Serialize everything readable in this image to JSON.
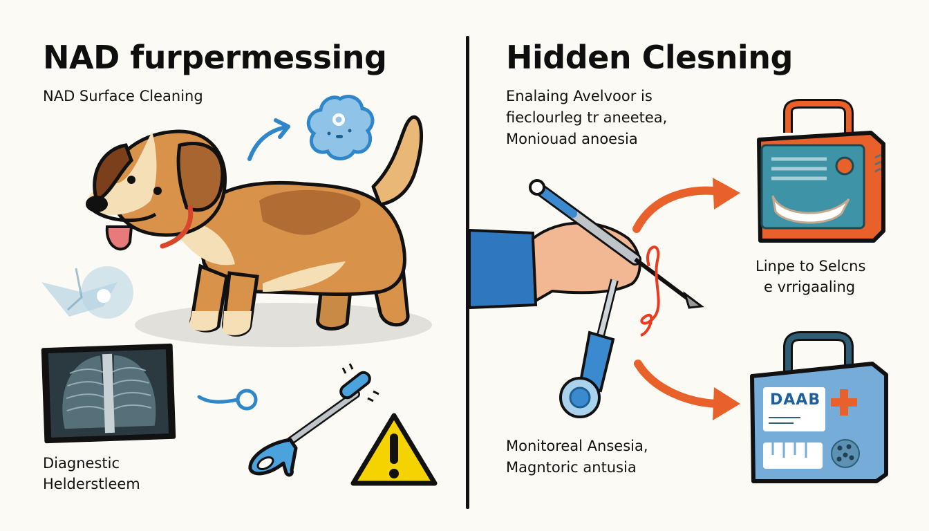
{
  "left_panel": {
    "title": "NAD furpermessing",
    "subtitle": "NAD Surface Cleaning",
    "xray_caption": [
      "Diagnestic",
      "Helderstleem"
    ]
  },
  "right_panel": {
    "title": "Hidden Clesning",
    "description": [
      "Enalaing Avelvoor is",
      "fieclourleg tr aneetea,",
      "Moniouad anoesia"
    ],
    "top_box_caption": [
      "Linpe to Selcns",
      "e vrrigaaling"
    ],
    "bottom_caption": [
      "Monitoreal Ansesia,",
      "Magntoric antusia"
    ],
    "kit_label": "DAAB"
  },
  "colors": {
    "background": "#fbfaf4",
    "ink": "#111111",
    "accent_blue": "#2f86c8",
    "accent_orange": "#e8612b",
    "dog_fur": "#d9924a",
    "dog_patch": "#a8652f",
    "warning_yellow": "#f5d300",
    "teal_screen": "#3f93a6"
  }
}
